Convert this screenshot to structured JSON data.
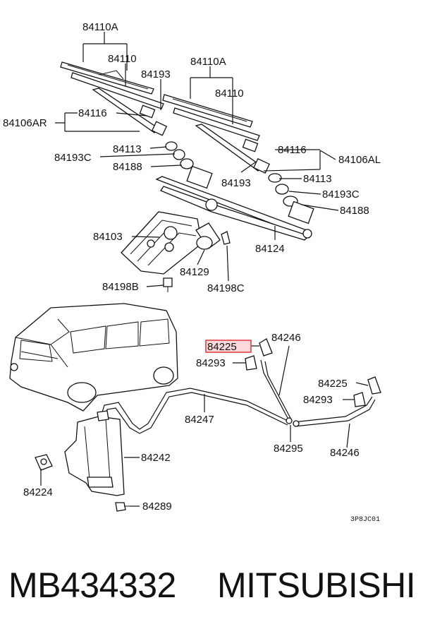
{
  "callouts": {
    "p84110A_top": "84110A",
    "p84110_top": "84110",
    "p84193_top": "84193",
    "p84106AR": "84106AR",
    "p84116_left": "84116",
    "p84113_left": "84113",
    "p84193C_left": "84193C",
    "p84188_left": "84188",
    "p84110A_right": "84110A",
    "p84110_right": "84110",
    "p84116_right": "84116",
    "p84106AL": "84106AL",
    "p84193_mid": "84193",
    "p84113_right": "84113",
    "p84193C_right": "84193C",
    "p84188_right": "84188",
    "p84103": "84103",
    "p84124": "84124",
    "p84129": "84129",
    "p84198B": "84198B",
    "p84198C": "84198C",
    "p84225_hl": "84225",
    "p84246_top": "84246",
    "p84293_left": "84293",
    "p84225_right": "84225",
    "p84293_right": "84293",
    "p84247": "84247",
    "p84295": "84295",
    "p84246_bottom": "84246",
    "p84242": "84242",
    "p84224": "84224",
    "p84289": "84289"
  },
  "diagram_code": "3P8JC01",
  "highlight_color": "#e0353b",
  "footer": {
    "part_number": "MB434332",
    "brand": "MITSUBISHI"
  }
}
